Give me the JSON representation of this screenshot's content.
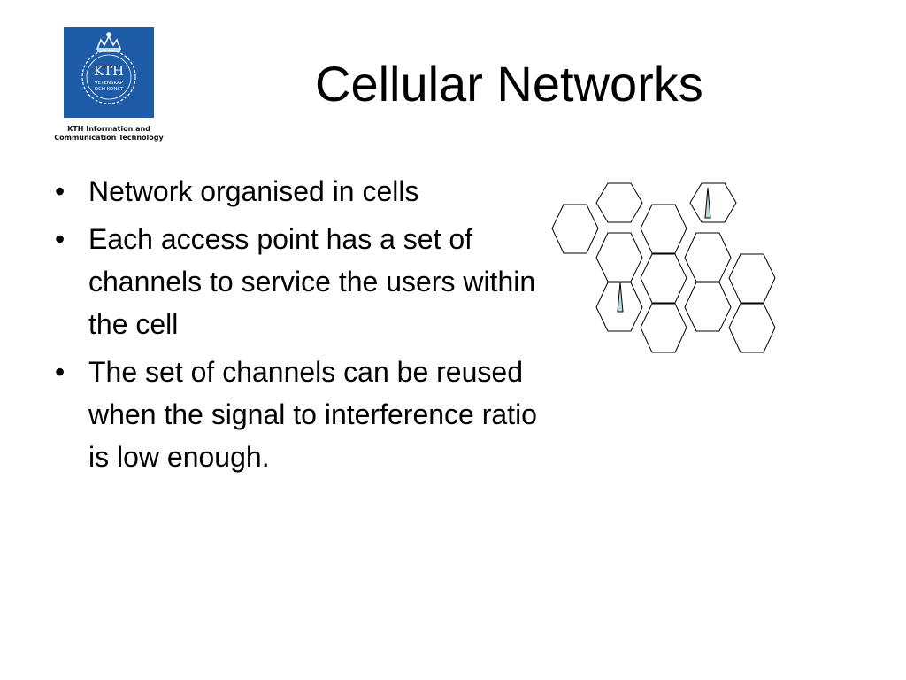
{
  "logo": {
    "emblem_text_1": "KTH",
    "emblem_text_2": "VETENSKAP",
    "emblem_text_3": "OCH KONST",
    "caption_line_1": "KTH Information and",
    "caption_line_2": "Communication Technology",
    "brand_color": "#1f5ca8"
  },
  "slide": {
    "title": "Cellular Networks",
    "bullets": [
      "Network organised in cells",
      "Each access point has a set of channels to service the users within the cell",
      "The set of channels can be reused when the signal to interference ratio is low enough."
    ],
    "bullet_glyph": "•"
  },
  "diagram": {
    "icon": "hexagonal-cell-grid",
    "antenna_color": "#b6dcdf"
  }
}
